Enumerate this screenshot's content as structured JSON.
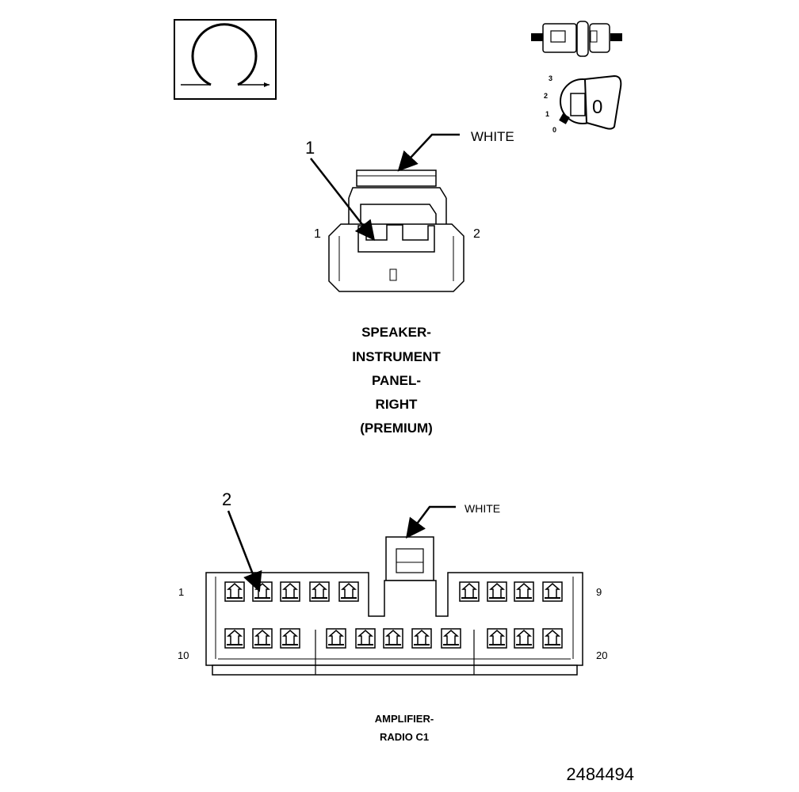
{
  "top_connector": {
    "color_label": "WHITE",
    "callout": "1",
    "pin_left": "1",
    "pin_right": "2",
    "title_lines": [
      "SPEAKER-",
      "INSTRUMENT",
      "PANEL-",
      "RIGHT",
      "(PREMIUM)"
    ]
  },
  "ignition_icon": {
    "positions": [
      "3",
      "2",
      "1",
      "0"
    ],
    "key_label": "0"
  },
  "bottom_connector": {
    "color_label": "WHITE",
    "callout": "2",
    "pin_top_left": "1",
    "pin_top_right": "9",
    "pin_bottom_left": "10",
    "pin_bottom_right": "20",
    "title_lines": [
      "AMPLIFIER-",
      "RADIO C1"
    ]
  },
  "figure_number": "2484494"
}
